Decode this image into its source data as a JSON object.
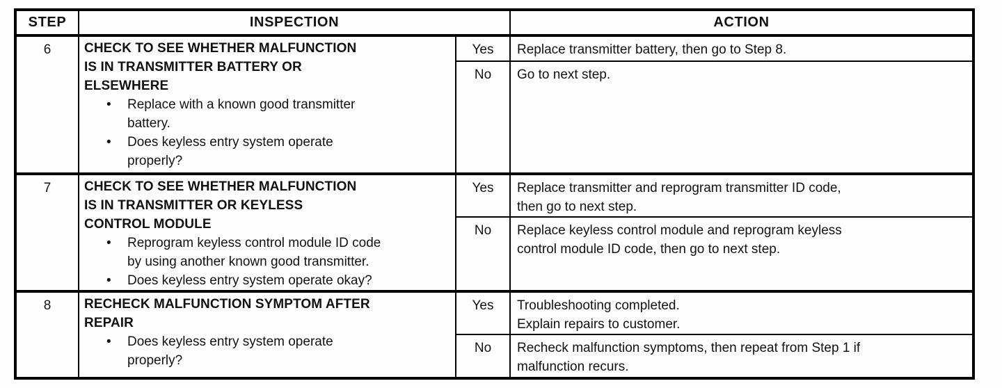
{
  "page": {
    "background": "#ffffff",
    "ink": "#111111",
    "border_color": "#000000"
  },
  "table": {
    "headers": {
      "step": "STEP",
      "inspection": "INSPECTION",
      "action": "ACTION"
    },
    "bullet_glyph": "•",
    "rows": [
      {
        "step": "6",
        "title_lines": [
          "CHECK TO SEE WHETHER MALFUNCTION",
          "IS IN TRANSMITTER BATTERY OR",
          "ELSEWHERE"
        ],
        "bullets": [
          {
            "lines": [
              "Replace with a known good transmitter",
              "battery."
            ]
          },
          {
            "lines": [
              "Does keyless entry system operate",
              "properly?"
            ]
          }
        ],
        "yes": {
          "label": "Yes",
          "lines": [
            "Replace transmitter battery, then go to Step 8."
          ]
        },
        "no": {
          "label": "No",
          "lines": [
            "Go to next step."
          ]
        }
      },
      {
        "step": "7",
        "title_lines": [
          "CHECK TO SEE WHETHER MALFUNCTION",
          "IS IN TRANSMITTER OR KEYLESS",
          "CONTROL MODULE"
        ],
        "bullets": [
          {
            "lines": [
              "Reprogram keyless control module ID code",
              "by using another known good transmitter."
            ]
          },
          {
            "lines": [
              "Does keyless entry system operate okay?"
            ]
          }
        ],
        "yes": {
          "label": "Yes",
          "lines": [
            "Replace transmitter and reprogram transmitter ID code,",
            "then go to next step."
          ]
        },
        "no": {
          "label": "No",
          "lines": [
            "Replace keyless control module and reprogram keyless",
            "control module ID code, then go to next step."
          ]
        }
      },
      {
        "step": "8",
        "title_lines": [
          "RECHECK MALFUNCTION SYMPTOM AFTER",
          "REPAIR"
        ],
        "bullets": [
          {
            "lines": [
              "Does keyless entry system operate",
              "properly?"
            ]
          }
        ],
        "yes": {
          "label": "Yes",
          "lines": [
            "Troubleshooting completed.",
            "Explain repairs to customer."
          ]
        },
        "no": {
          "label": "No",
          "lines": [
            "Recheck malfunction symptoms, then repeat from Step 1 if",
            "malfunction recurs."
          ]
        }
      }
    ]
  }
}
